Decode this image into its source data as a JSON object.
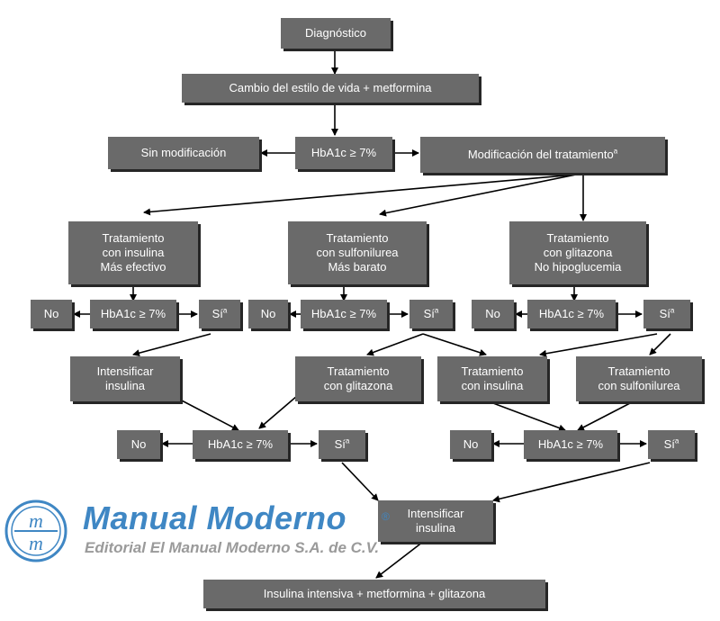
{
  "flowchart": {
    "diagnostico": "Diagnóstico",
    "cambio_estilo": "Cambio del estilo de vida + metformina",
    "sin_modificacion": "Sin modificación",
    "hba1c": "HbA1c ≥ 7%",
    "modificacion": "Modificación del tratamiento",
    "footnote_mark": "a",
    "no": "No",
    "si": "Sí",
    "tratamiento_insulina": [
      "Tratamiento",
      "con insulina",
      "Más efectivo"
    ],
    "tratamiento_sulfonilurea": [
      "Tratamiento",
      "con sulfonilurea",
      "Más barato"
    ],
    "tratamiento_glitazona": [
      "Tratamiento",
      "con glitazona",
      "No hipoglucemia"
    ],
    "intensificar_insulina": [
      "Intensificar",
      "insulina"
    ],
    "trat_con_glitazona": [
      "Tratamiento",
      "con glitazona"
    ],
    "trat_con_insulina": [
      "Tratamiento",
      "con insulina"
    ],
    "trat_con_sulfonilurea": [
      "Tratamiento",
      "con sulfonilurea"
    ],
    "final": "Insulina intensiva + metformina + glitazona"
  },
  "watermark": {
    "logo_letters": "mm",
    "title": "Manual Moderno",
    "registered": "®",
    "subtitle": "Editorial El Manual Moderno S.A. de C.V."
  },
  "colors": {
    "box_fill": "#6a6a6a",
    "box_shadow": "#262626",
    "box_text": "#ffffff",
    "arrow": "#000000",
    "watermark_blue": "#3f87c4",
    "watermark_gray": "#9a9a9a"
  }
}
